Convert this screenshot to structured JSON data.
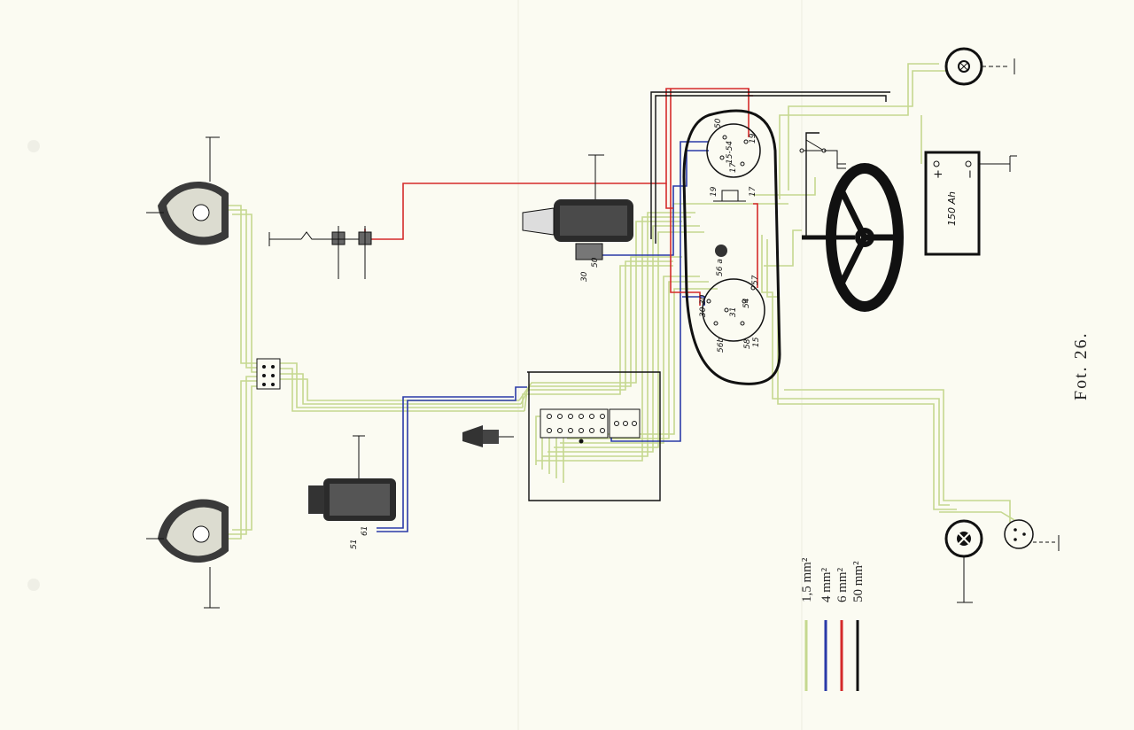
{
  "caption": "Fot. 26.",
  "legend": [
    {
      "label": "1,5  mm²",
      "color": "#c5d88f"
    },
    {
      "label": "4  mm²",
      "color": "#2a3aa8"
    },
    {
      "label": "6  mm²",
      "color": "#d42a2a"
    },
    {
      "label": "50  mm²",
      "color": "#111111"
    }
  ],
  "labels": {
    "battery": "150 Ah",
    "battery_plus": "+",
    "battery_minus": "−",
    "starter_t30": "30",
    "starter_t50": "50",
    "gen_t51": "51",
    "gen_t61": "61",
    "ign_50": "50",
    "ign_19a": "19",
    "ign_1554": "15-54",
    "ign_17a": "17",
    "glow_19": "19",
    "glow_17": "17",
    "lamp_56a": "56 a",
    "sw_30a": "30",
    "sw_30b": "30",
    "sw_57": "57",
    "sw_31": "31",
    "sw_54": "54",
    "sw_56b": "56b",
    "sw_58": "58",
    "sw_15": "15"
  },
  "colors": {
    "wire_thin": "#c5d88f",
    "wire_blue": "#2a3aa8",
    "wire_red": "#d42a2a",
    "wire_black": "#111111",
    "paper": "#fbfbf2"
  }
}
